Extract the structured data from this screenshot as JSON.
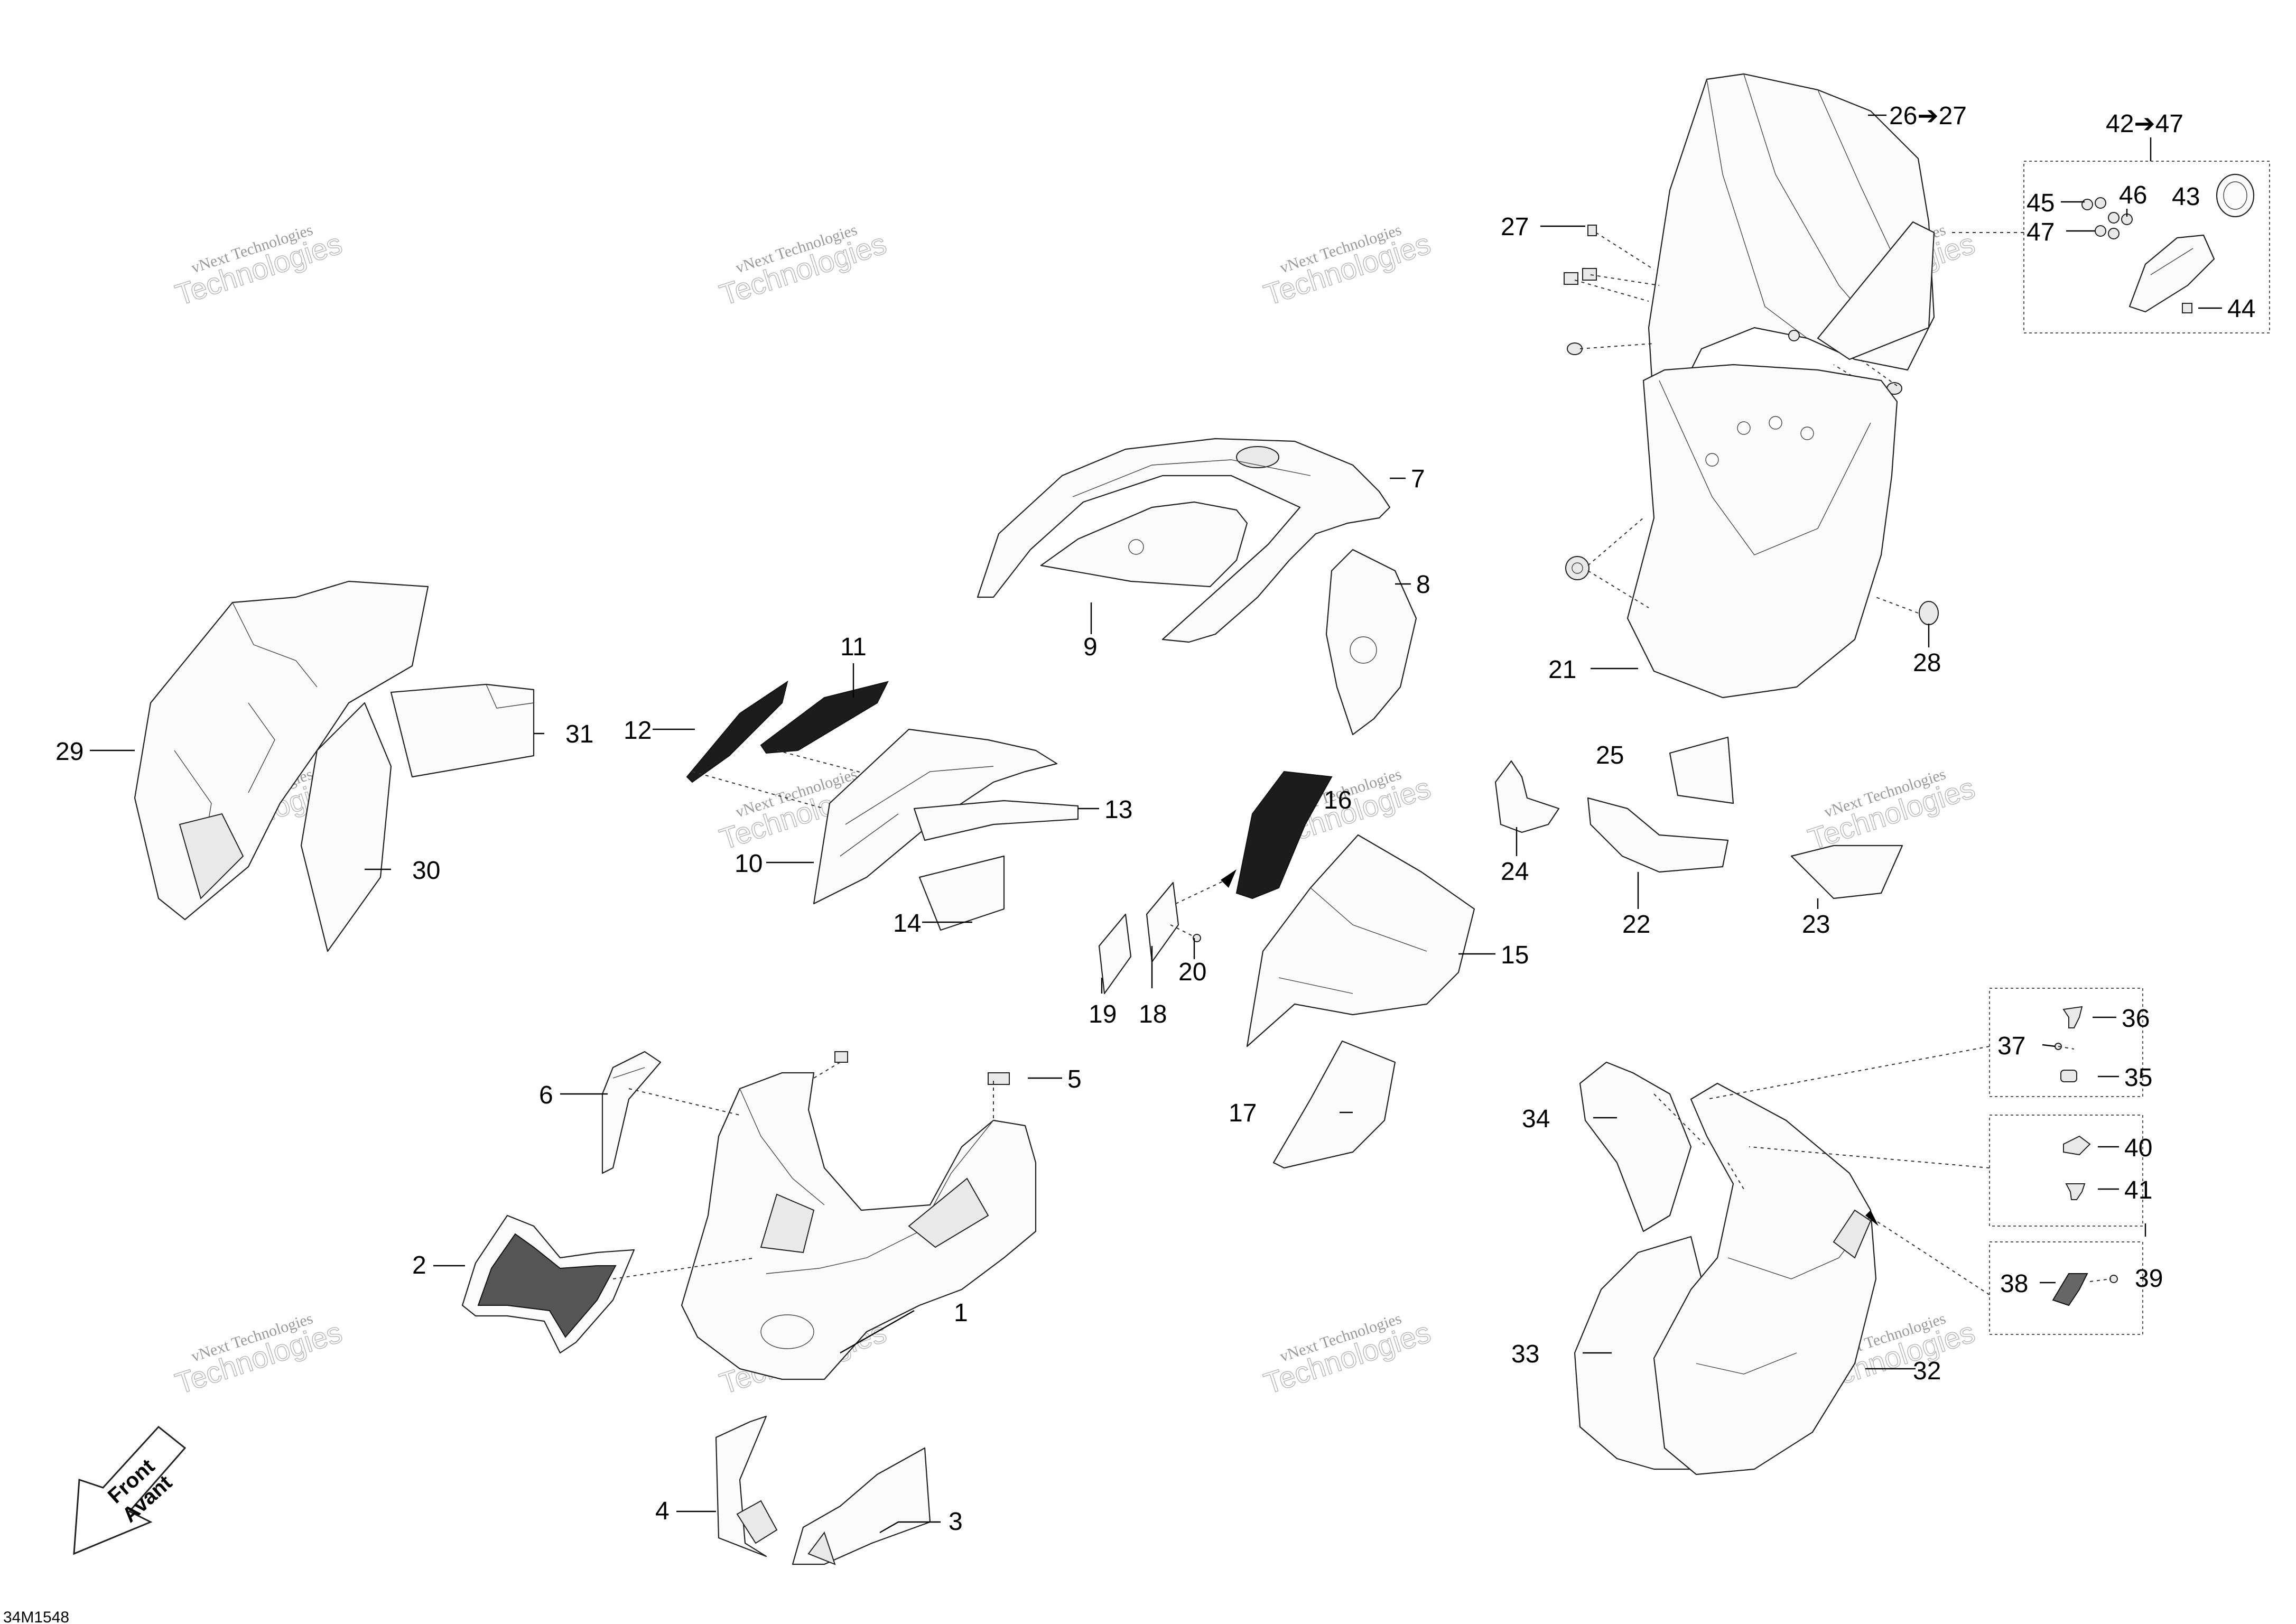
{
  "callouts": [
    {
      "label": "1"
    },
    {
      "label": "2"
    },
    {
      "label": "3"
    },
    {
      "label": "4"
    },
    {
      "label": "5"
    },
    {
      "label": "6"
    },
    {
      "label": "7"
    },
    {
      "label": "8"
    },
    {
      "label": "9"
    },
    {
      "label": "10"
    },
    {
      "label": "11"
    },
    {
      "label": "12"
    },
    {
      "label": "13"
    },
    {
      "label": "14"
    },
    {
      "label": "15"
    },
    {
      "label": "16"
    },
    {
      "label": "17"
    },
    {
      "label": "18"
    },
    {
      "label": "19"
    },
    {
      "label": "20"
    },
    {
      "label": "21"
    },
    {
      "label": "22"
    },
    {
      "label": "23"
    },
    {
      "label": "24"
    },
    {
      "label": "25"
    },
    {
      "label": "26➔27"
    },
    {
      "label": "27"
    },
    {
      "label": "28"
    },
    {
      "label": "29"
    },
    {
      "label": "30"
    },
    {
      "label": "31"
    },
    {
      "label": "32"
    },
    {
      "label": "33"
    },
    {
      "label": "34"
    },
    {
      "label": "35"
    },
    {
      "label": "36"
    },
    {
      "label": "37"
    },
    {
      "label": "38"
    },
    {
      "label": "39"
    },
    {
      "label": "40"
    },
    {
      "label": "41"
    },
    {
      "label": "42➔47"
    },
    {
      "label": "43"
    },
    {
      "label": "44"
    },
    {
      "label": "45"
    },
    {
      "label": "46"
    },
    {
      "label": "47"
    }
  ],
  "watermark": {
    "line1": "vNext Technologies",
    "line2": "Technologies"
  },
  "front_arrow": {
    "line1": "Front",
    "line2": "Avant"
  },
  "drawing_ref": "34M1548"
}
